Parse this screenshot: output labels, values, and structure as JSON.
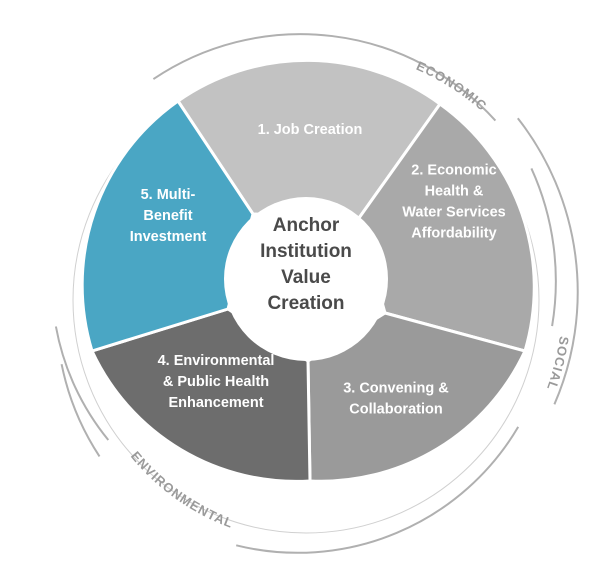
{
  "center": {
    "lines": [
      "Anchor",
      "Institution",
      "Value",
      "Creation"
    ]
  },
  "segments": [
    {
      "id": "job-creation",
      "lines": [
        "1. Job Creation"
      ],
      "color": "#c2c2c2"
    },
    {
      "id": "economic-health",
      "lines": [
        "2. Economic",
        "Health &",
        "Water Services",
        "Affordability"
      ],
      "color": "#a9a9a9"
    },
    {
      "id": "convening",
      "lines": [
        "3. Convening &",
        "Collaboration"
      ],
      "color": "#9a9a9a"
    },
    {
      "id": "environmental",
      "lines": [
        "4. Environmental",
        "& Public Health",
        "Enhancement"
      ],
      "color": "#6d6d6d"
    },
    {
      "id": "multi-benefit",
      "lines": [
        "5. Multi-",
        "Benefit",
        "Investment"
      ],
      "color": "#4aa6c4"
    }
  ],
  "rings": {
    "economic": "ECONOMIC",
    "social": "SOCIAL",
    "environmental": "ENVIRONMENTAL"
  },
  "colors": {
    "ring_line": "#b0b0b0",
    "ring_text": "#9a9a9a",
    "center_fill": "#ffffff",
    "center_text": "#4a4a4a"
  }
}
